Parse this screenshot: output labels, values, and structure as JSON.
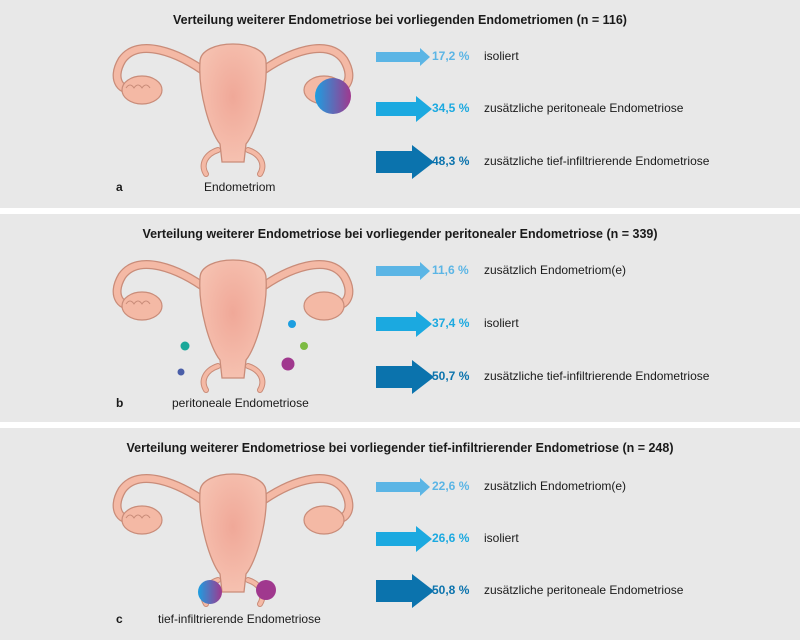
{
  "colors": {
    "panel_bg": "#e8e8e8",
    "uterus_fill": "#f4b9a5",
    "uterus_stroke": "#c98c79",
    "arrow_light": "#5bb5e5",
    "arrow_mid": "#1ba9e0",
    "arrow_dark": "#0b73ad",
    "lesion_teal": "#1aa89a",
    "lesion_blue": "#1d9ee0",
    "lesion_green": "#7dbb43",
    "lesion_purple": "#a0388e",
    "lesion_navy": "#4a5ea8"
  },
  "panels": [
    {
      "letter": "a",
      "title": "Verteilung weiterer Endometriose bei vorliegenden Endometriomen (n = 116)",
      "caption": "Endometriom",
      "rows": [
        {
          "pct": "17,2 %",
          "text": "isoliert",
          "size": "small"
        },
        {
          "pct": "34,5 %",
          "text": "zusätzliche peritoneale Endometriose",
          "size": "medium"
        },
        {
          "pct": "48,3 %",
          "text": "zusätzliche tief-infiltrierende Endometriose",
          "size": "large"
        }
      ]
    },
    {
      "letter": "b",
      "title": "Verteilung weiterer Endometriose bei vorliegender peritonealer Endometriose (n = 339)",
      "caption": "peritoneale Endometriose",
      "rows": [
        {
          "pct": "11,6 %",
          "text": "zusätzlich Endometriom(e)",
          "size": "small"
        },
        {
          "pct": "37,4 %",
          "text": "isoliert",
          "size": "medium"
        },
        {
          "pct": "50,7 %",
          "text": "zusätzliche tief-infiltrierende Endometriose",
          "size": "large"
        }
      ]
    },
    {
      "letter": "c",
      "title": "Verteilung weiterer Endometriose bei vorliegender tief-infiltrierender Endometriose (n = 248)",
      "caption": "tief-infiltrierende Endometriose",
      "rows": [
        {
          "pct": "22,6 %",
          "text": "zusätzlich Endometriom(e)",
          "size": "small"
        },
        {
          "pct": "26,6 %",
          "text": "isoliert",
          "size": "medium"
        },
        {
          "pct": "50,8 %",
          "text": "zusätzliche peritoneale Endometriose",
          "size": "large"
        }
      ]
    }
  ]
}
